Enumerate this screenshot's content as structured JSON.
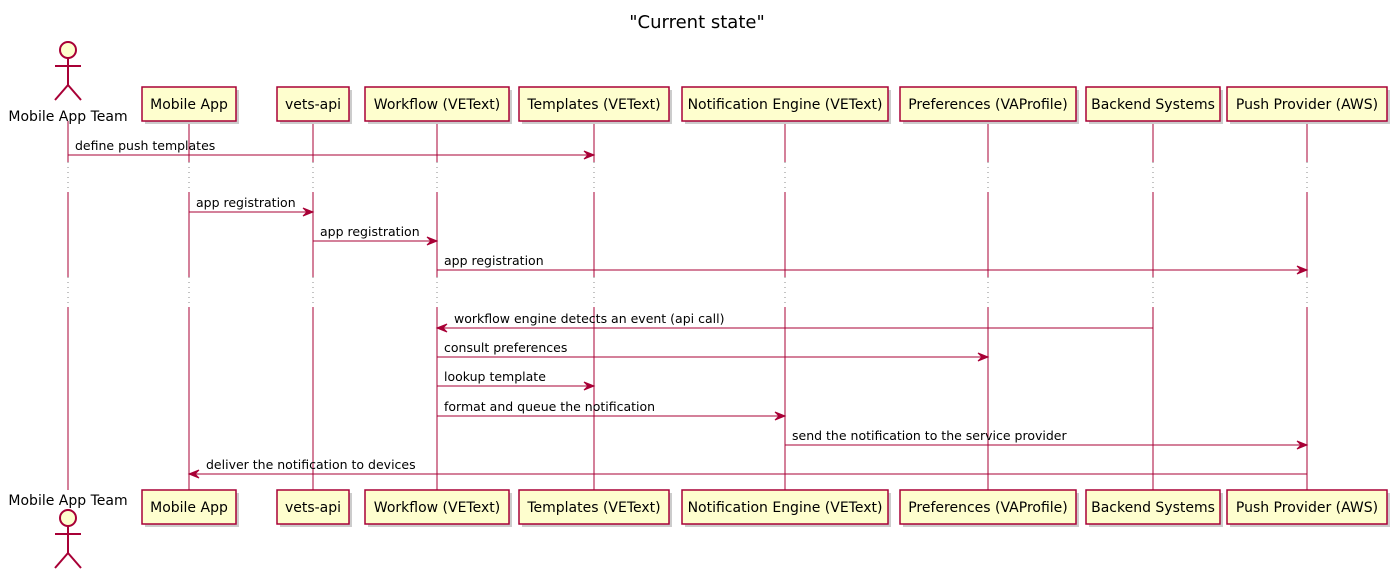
{
  "title": "\"Current state\"",
  "participants": [
    {
      "id": "team",
      "label": "Mobile App Team",
      "kind": "actor"
    },
    {
      "id": "app",
      "label": "Mobile App",
      "kind": "box"
    },
    {
      "id": "api",
      "label": "vets-api",
      "kind": "box"
    },
    {
      "id": "workflow",
      "label": "Workflow (VEText)",
      "kind": "box"
    },
    {
      "id": "templates",
      "label": "Templates (VEText)",
      "kind": "box"
    },
    {
      "id": "engine",
      "label": "Notification Engine (VEText)",
      "kind": "box"
    },
    {
      "id": "prefs",
      "label": "Preferences (VAProfile)",
      "kind": "box"
    },
    {
      "id": "backend",
      "label": "Backend Systems",
      "kind": "box"
    },
    {
      "id": "push",
      "label": "Push Provider (AWS)",
      "kind": "box"
    }
  ],
  "messages": [
    {
      "from": "team",
      "to": "templates",
      "label": "define push templates"
    },
    {
      "delay": true
    },
    {
      "from": "app",
      "to": "api",
      "label": "app registration"
    },
    {
      "from": "api",
      "to": "workflow",
      "label": "app registration"
    },
    {
      "from": "workflow",
      "to": "push",
      "label": "app registration"
    },
    {
      "delay": true
    },
    {
      "from": "backend",
      "to": "workflow",
      "label": "workflow engine detects an event (api call)"
    },
    {
      "from": "workflow",
      "to": "prefs",
      "label": "consult preferences"
    },
    {
      "from": "workflow",
      "to": "templates",
      "label": "lookup template"
    },
    {
      "from": "workflow",
      "to": "engine",
      "label": "format and queue the notification"
    },
    {
      "from": "engine",
      "to": "push",
      "label": "send the notification to the service provider"
    },
    {
      "from": "push",
      "to": "app",
      "label": "deliver the notification to devices"
    }
  ],
  "colors": {
    "box_fill": "#FEFECE",
    "box_border": "#A80036",
    "line": "#A80036",
    "text": "#000000"
  }
}
